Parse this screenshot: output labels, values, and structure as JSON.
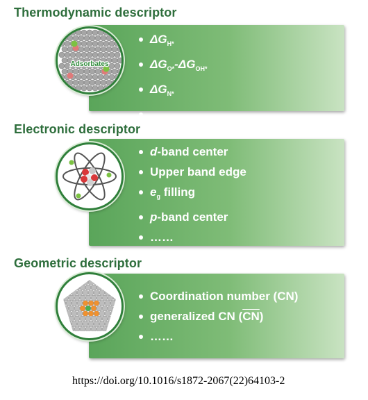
{
  "sections": [
    {
      "title": "Thermodynamic descriptor",
      "icon_label": "Adsorbates",
      "items": [
        {
          "prefix": "ΔG",
          "sub": "H*"
        },
        {
          "prefix": "ΔG",
          "sub": "O*",
          "mid": "-ΔG",
          "sub2": "OH*"
        },
        {
          "prefix": "ΔG",
          "sub": "N*"
        },
        {
          "text": "……"
        }
      ]
    },
    {
      "title": "Electronic descriptor",
      "items": [
        {
          "ital": "d",
          "text": "-band center"
        },
        {
          "text": "Upper band edge"
        },
        {
          "ital": "e",
          "sub": "g",
          "text": " filling"
        },
        {
          "ital": "p",
          "text": "-band center"
        },
        {
          "text": "……"
        }
      ]
    },
    {
      "title": "Geometric descriptor",
      "items": [
        {
          "text": "Coordination number (CN)"
        },
        {
          "text": "generalized CN (",
          "over": "CN",
          "tail": ")"
        },
        {
          "text": "……"
        }
      ]
    }
  ],
  "doi": "https://doi.org/10.1016/s1872-2067(22)64103-2"
}
